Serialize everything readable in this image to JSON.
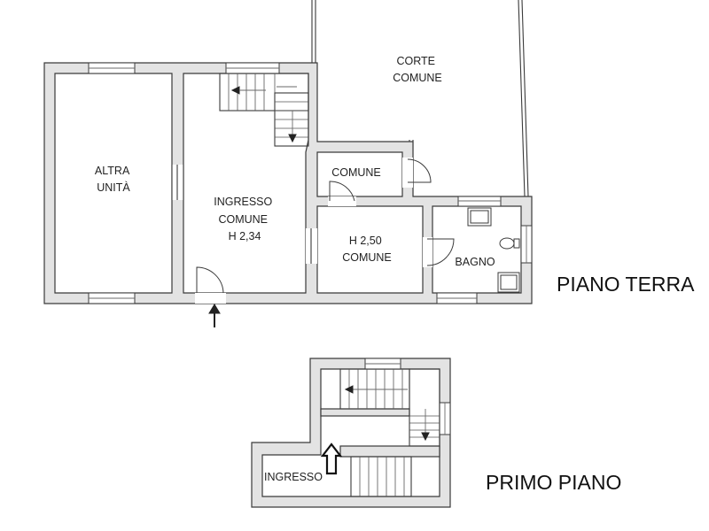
{
  "floors": {
    "ground": {
      "title": "PIANO TERRA",
      "rooms": {
        "altra_unita": [
          "ALTRA",
          "UNITÀ"
        ],
        "ingresso_comune": [
          "INGRESSO",
          "COMUNE",
          "H 2,34"
        ],
        "corte_comune": [
          "CORTE",
          "COMUNE"
        ],
        "comune_small": [
          "COMUNE"
        ],
        "comune_room": [
          "H 2,50",
          "COMUNE"
        ],
        "bagno": [
          "BAGNO"
        ]
      }
    },
    "first": {
      "title": "PRIMO PIANO",
      "rooms": {
        "ingresso": [
          "INGRESSO"
        ]
      }
    }
  }
}
